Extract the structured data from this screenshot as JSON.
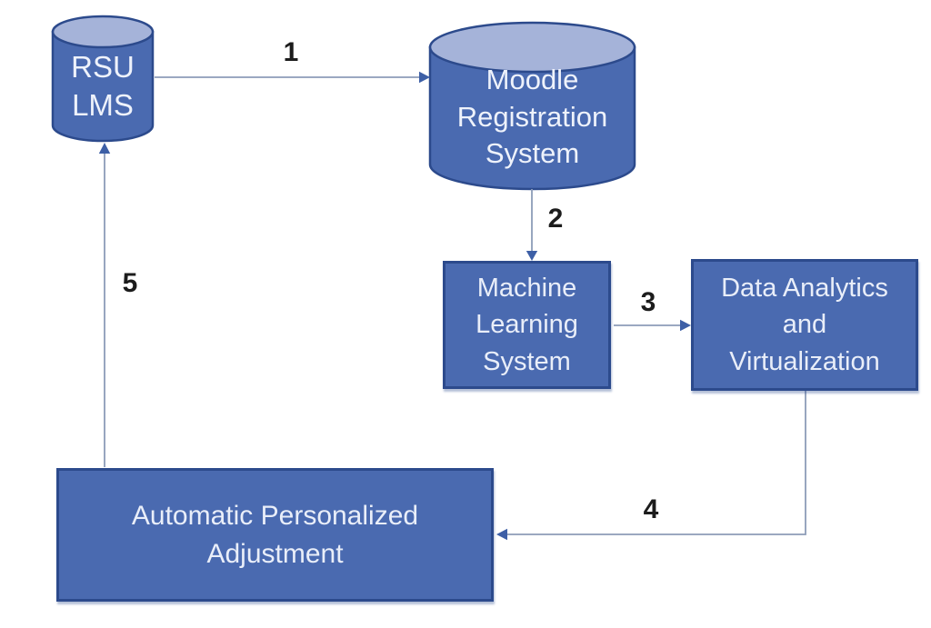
{
  "diagram": {
    "type": "flow-diagram",
    "nodes": {
      "rsu_lms": {
        "label": "RSU\nLMS",
        "shape": "cylinder"
      },
      "moodle": {
        "label": "Moodle\nRegistration\nSystem",
        "shape": "cylinder"
      },
      "ml_system": {
        "label": "Machine\nLearning\nSystem",
        "shape": "rectangle"
      },
      "analytics": {
        "label": "Data Analytics\nand\nVirtualization",
        "shape": "rectangle"
      },
      "adjustment": {
        "label": "Automatic Personalized\nAdjustment",
        "shape": "rectangle"
      }
    },
    "edges": {
      "e1": {
        "label": "1",
        "from": "rsu_lms",
        "to": "moodle"
      },
      "e2": {
        "label": "2",
        "from": "moodle",
        "to": "ml_system"
      },
      "e3": {
        "label": "3",
        "from": "ml_system",
        "to": "analytics"
      },
      "e4": {
        "label": "4",
        "from": "analytics",
        "to": "adjustment"
      },
      "e5": {
        "label": "5",
        "from": "adjustment",
        "to": "rsu_lms"
      }
    },
    "colors": {
      "background": "#ffffff",
      "node_fill": "#4a6ab0",
      "node_border": "#2c4a8c",
      "cylinder_top_fill": "#a5b3d9",
      "node_text": "#e9eef9",
      "arrow_line": "#8d9cb8",
      "arrow_head": "#3d5fa6",
      "edge_label_text": "#1c1c1c"
    }
  }
}
